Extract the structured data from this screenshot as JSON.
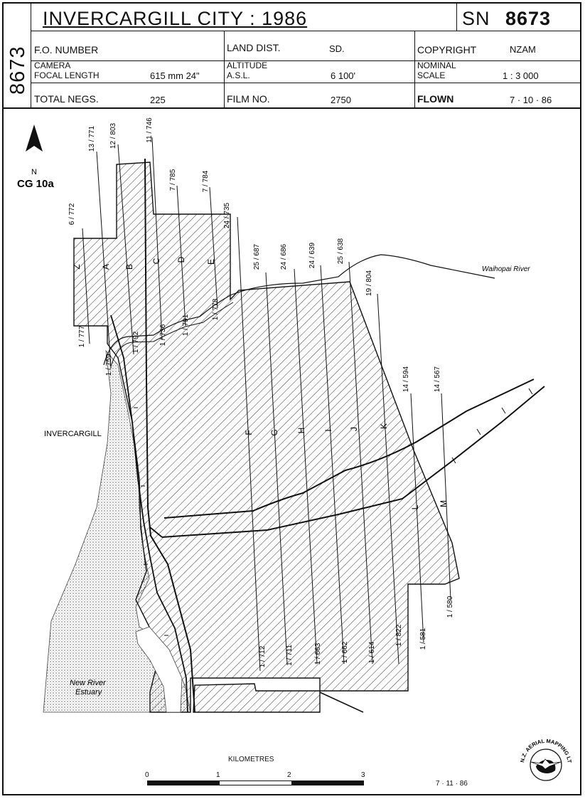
{
  "header": {
    "side_id": "8673",
    "title": "INVERCARGILL  CITY : 1986",
    "sn_label": "SN",
    "sn_value": "8673",
    "fo_number_label": "F.O. NUMBER",
    "land_dist_label": "LAND DIST.",
    "land_dist_value": "SD.",
    "copyright_label": "COPYRIGHT",
    "copyright_value": "NZAM",
    "camera_label": "CAMERA",
    "focal_length_label": "FOCAL LENGTH",
    "focal_length_value": "615 mm   24\"",
    "altitude_label": "ALTITUDE",
    "asl_label": "A.S.L.",
    "altitude_value": "6 100'",
    "nominal_label": "NOMINAL",
    "scale_label": "SCALE",
    "scale_value": "1 : 3 000",
    "total_negs_label": "TOTAL NEGS.",
    "total_negs_value": "225",
    "film_no_label": "FILM NO.",
    "film_no_value": "2750",
    "flown_label": "FLOWN",
    "flown_value": "7 · 10 · 86"
  },
  "map": {
    "north_label": "N",
    "grid_label": "CG 10a",
    "place_invercargill": "INVERCARGILL",
    "river_label": "Waihopai  River",
    "estuary_line1": "New River",
    "estuary_line2": "Estuary",
    "run_letters": [
      "Z",
      "A",
      "B",
      "C",
      "D",
      "E",
      "F",
      "G",
      "H",
      "I",
      "J",
      "K",
      "L",
      "M"
    ],
    "top_labels": [
      "6 / 772",
      "13 / 771",
      "12 / 803",
      "11 / 746",
      "7 / 785",
      "7 / 784",
      "24 / 735",
      "25 / 687",
      "24 / 686",
      "24 / 639",
      "25 / 638",
      "19 / 804",
      "14 / 594",
      "14 / 567"
    ],
    "bottom_labels": [
      "1 / 777",
      "1 / 759",
      "1 / 792",
      "1 / 736",
      "1 / 791",
      "1 / 778",
      "1 / 712",
      "1 / 711",
      "1 / 663",
      "1 / 662",
      "1 / 614",
      "1 / 822",
      "1 / 581",
      "1 / 580"
    ]
  },
  "scale_bar": {
    "title": "KILOMETRES",
    "ticks": [
      "0",
      "1",
      "2",
      "3"
    ]
  },
  "footer": {
    "date": "7 · 11 · 86",
    "logo_text": "N.Z. AERIAL MAPPING LTD"
  }
}
